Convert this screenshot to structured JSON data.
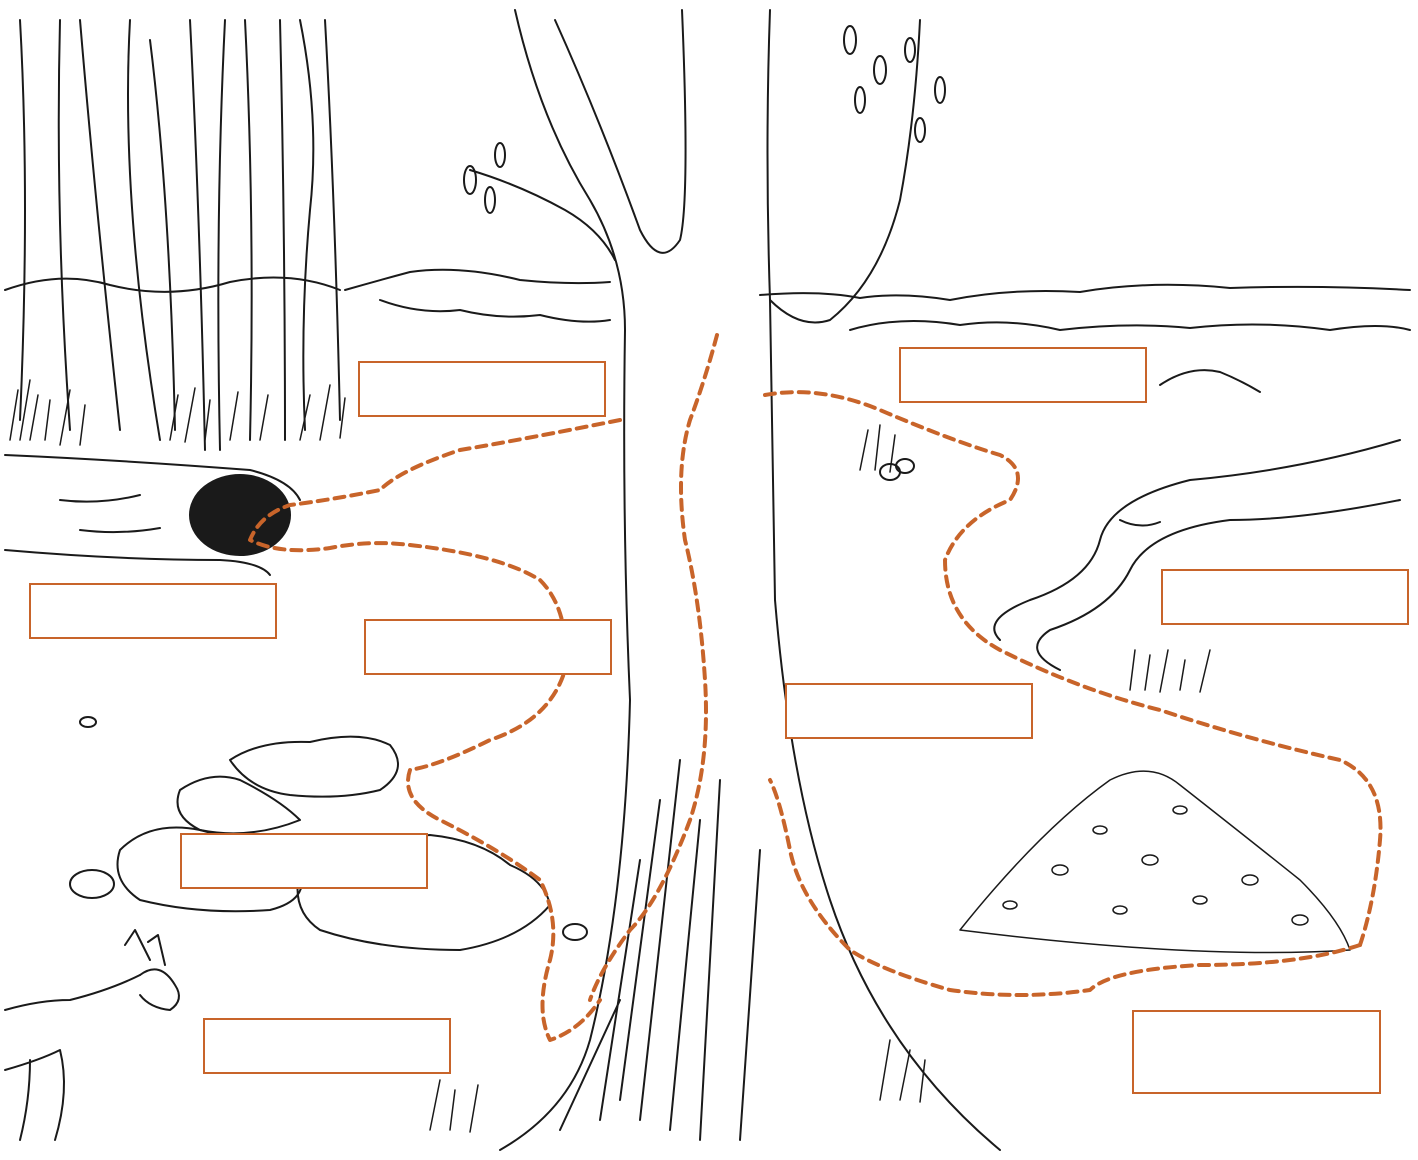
{
  "diagram": {
    "accent_color": "#c8642a",
    "line_color": "#1a1a1a",
    "scene_icons": [
      "forest-trees",
      "hollow-log",
      "large-tree",
      "rock-pile",
      "dingo",
      "creek",
      "leaf-litter-mound",
      "distant-hills"
    ],
    "label_boxes": [
      {
        "id": "box-1",
        "text": ""
      },
      {
        "id": "box-2",
        "text": ""
      },
      {
        "id": "box-3",
        "text": ""
      },
      {
        "id": "box-4",
        "text": ""
      },
      {
        "id": "box-5",
        "text": ""
      },
      {
        "id": "box-6",
        "text": ""
      },
      {
        "id": "box-7",
        "text": ""
      },
      {
        "id": "box-8",
        "text": ""
      },
      {
        "id": "box-9",
        "text": ""
      }
    ]
  }
}
